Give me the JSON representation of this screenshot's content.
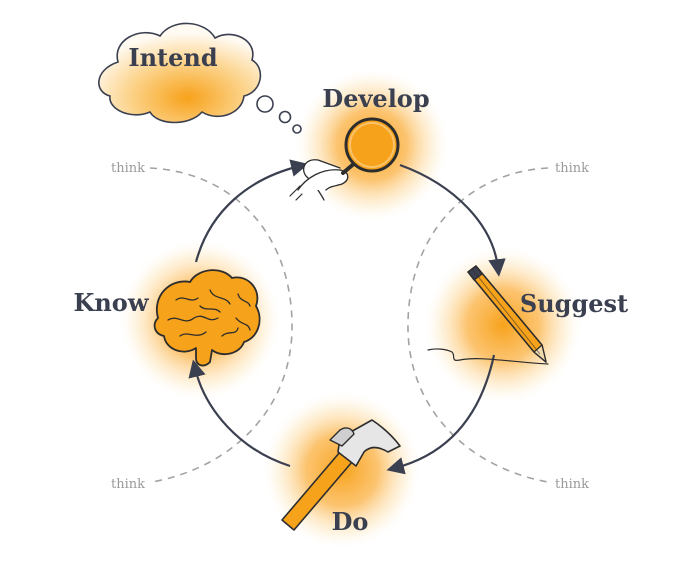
{
  "diagram": {
    "stages": {
      "intend": "Intend",
      "develop": "Develop",
      "suggest": "Suggest",
      "do": "Do",
      "know": "Know"
    },
    "think_labels": {
      "top_left": "think",
      "top_right": "think",
      "bottom_left": "think",
      "bottom_right": "think"
    },
    "icons": {
      "develop": "magnifying-glass-icon",
      "suggest": "pencil-icon",
      "do": "hammer-icon",
      "know": "brain-icon",
      "intend": "thought-cloud-icon"
    },
    "colors": {
      "accent": "#f7a21b",
      "glow": "#fbb040",
      "line": "#3b4050",
      "dashed": "#a0a0a0",
      "text": "#3b4050"
    }
  }
}
